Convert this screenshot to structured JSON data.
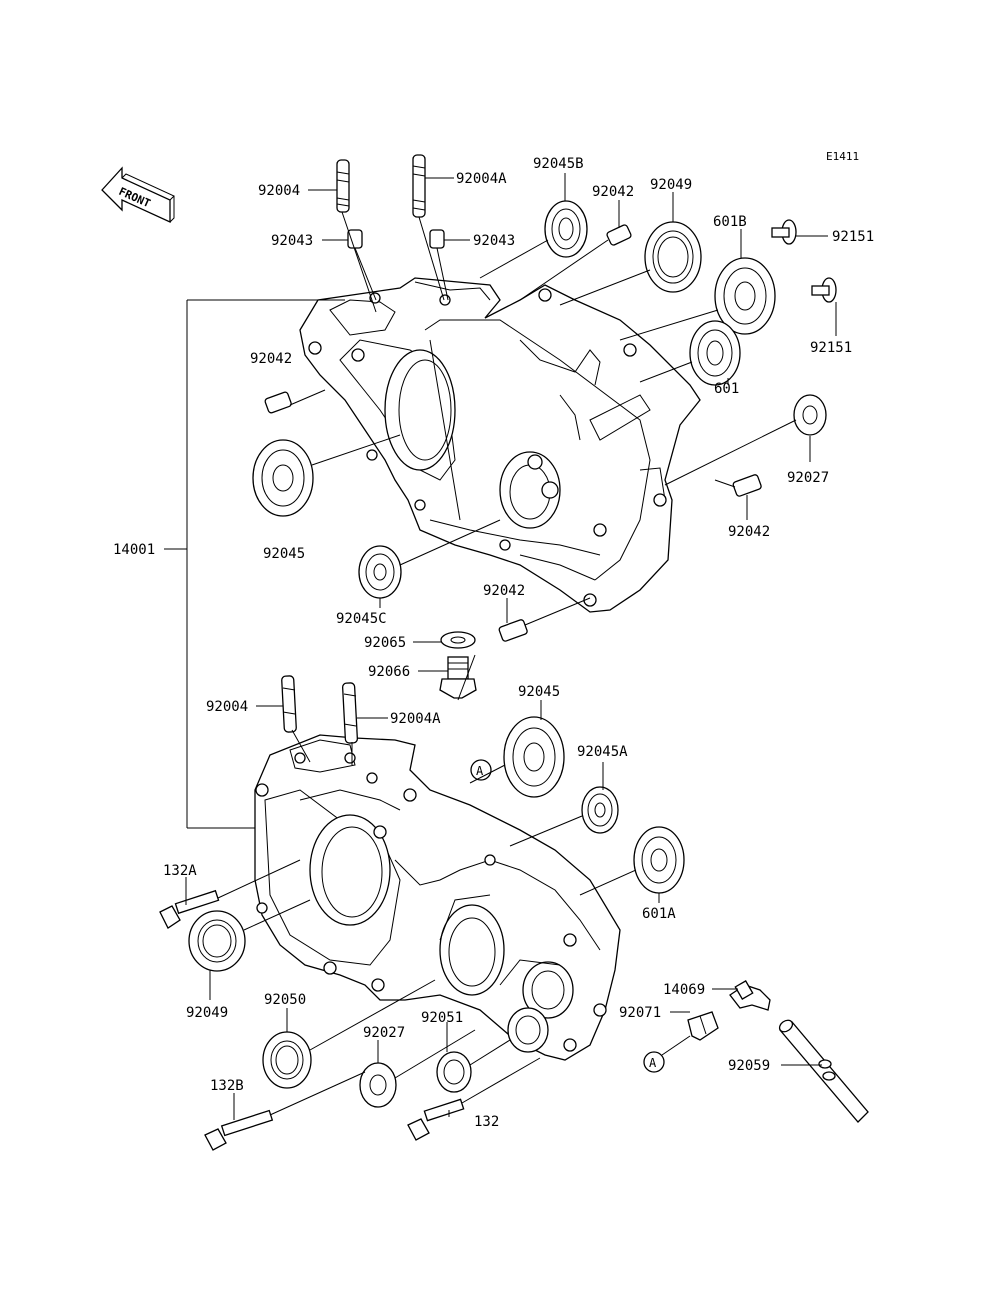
{
  "diagram_code": "E1411",
  "front_label": "FRONT",
  "ref_marker": "A",
  "assembly_number": "14001",
  "labels": {
    "p92004_top": "92004",
    "p92004A_top": "92004A",
    "p92045B": "92045B",
    "p92042_top": "92042",
    "p92049_top": "92049",
    "p601B": "601B",
    "p92151_a": "92151",
    "p92043_left": "92043",
    "p92043_right": "92043",
    "p92151_b": "92151",
    "p92042_left": "92042",
    "p601": "601",
    "p92027_top": "92027",
    "p92042_right": "92042",
    "p92045_top": "92045",
    "p92045C": "92045C",
    "p92042_mid": "92042",
    "p92065": "92065",
    "p92066": "92066",
    "p92004_low": "92004",
    "p92004A_low": "92004A",
    "p92045_low": "92045",
    "p92045A": "92045A",
    "p132A": "132A",
    "p601A": "601A",
    "p92049_low": "92049",
    "p92050": "92050",
    "p92027_low": "92027",
    "p92051": "92051",
    "p14069": "14069",
    "p92071": "92071",
    "p92059": "92059",
    "p132B": "132B",
    "p132": "132"
  }
}
